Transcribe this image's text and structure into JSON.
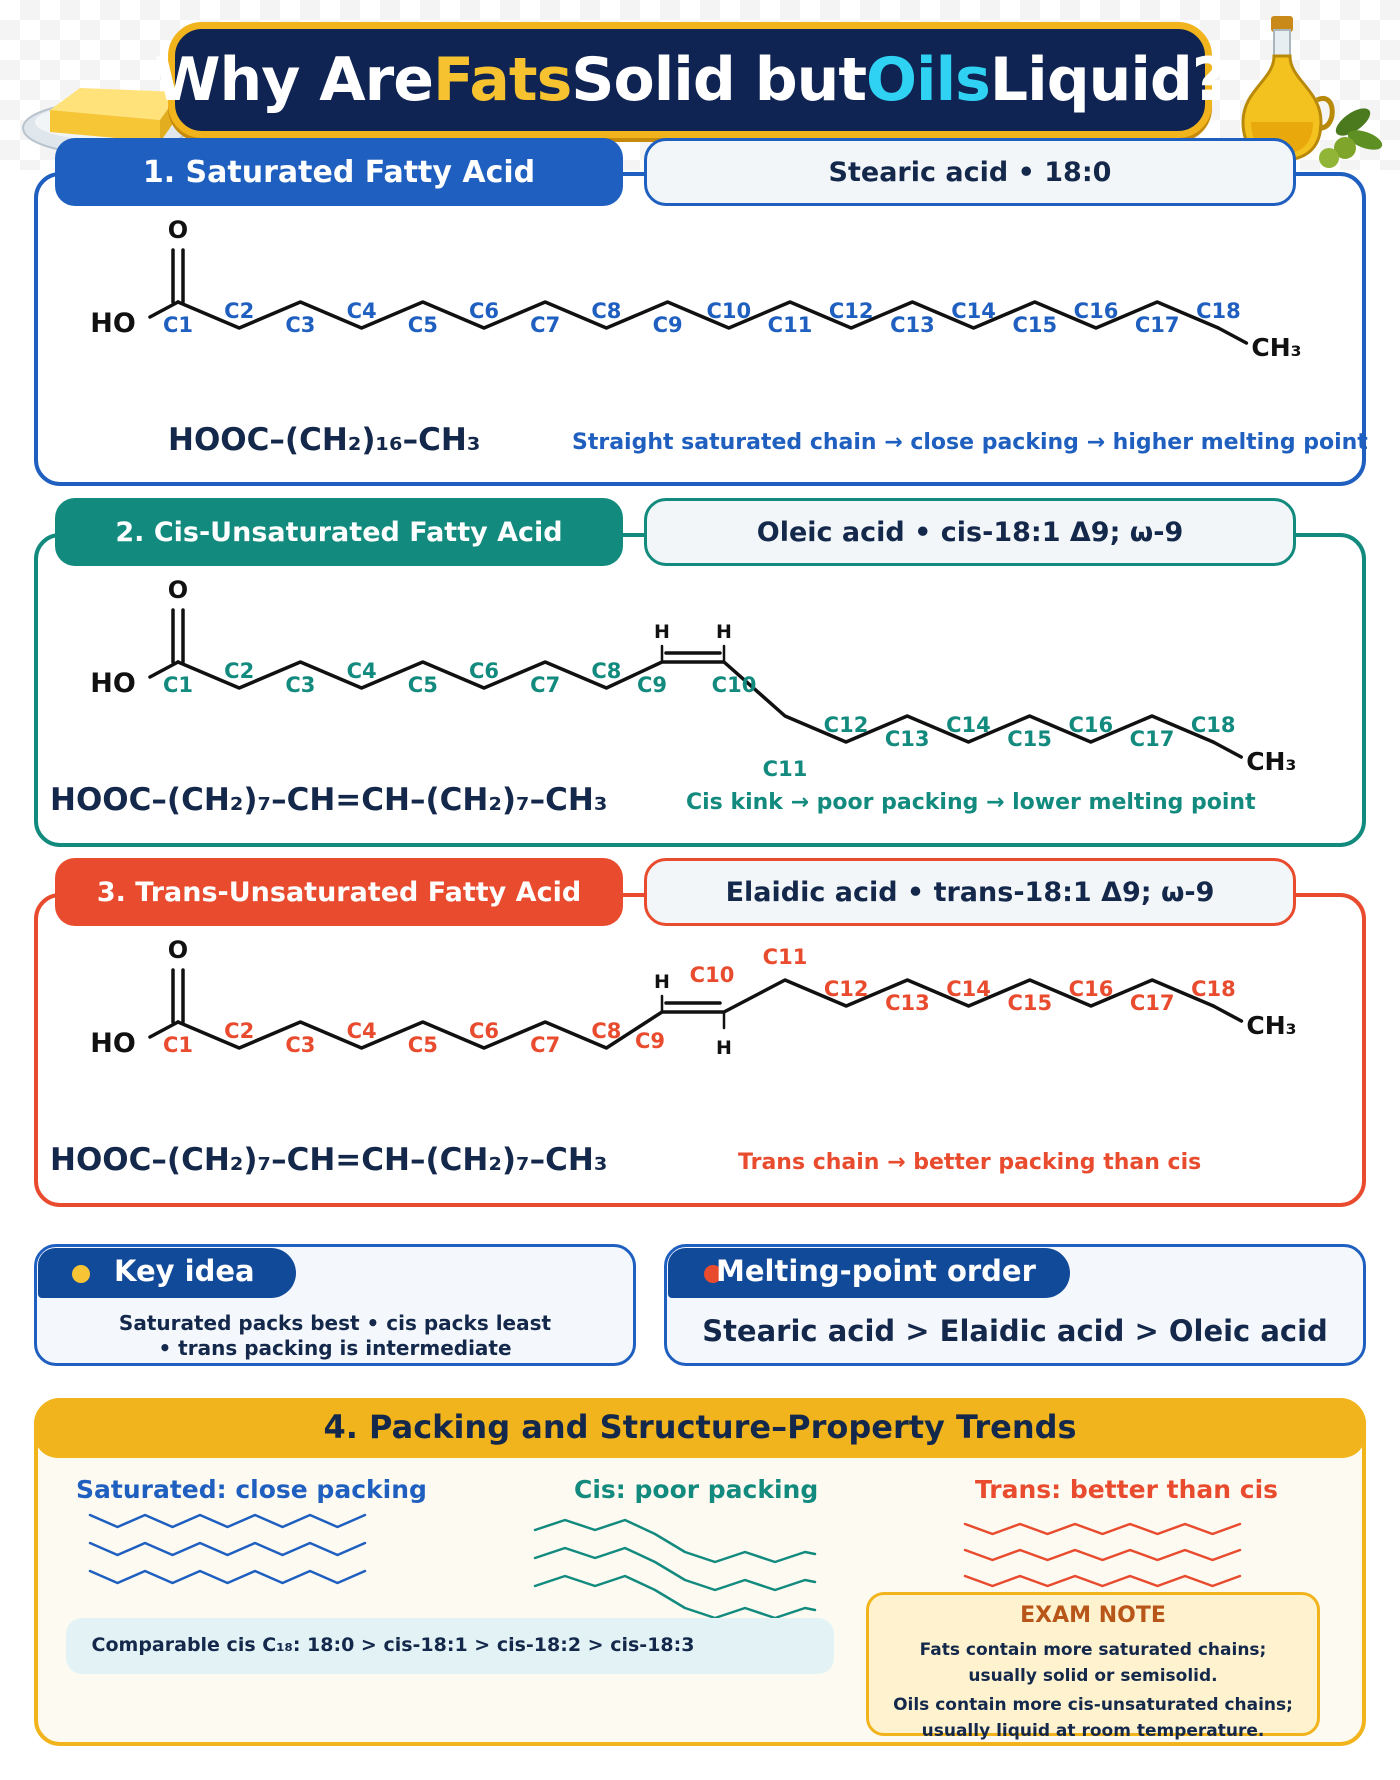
{
  "header": {
    "title_part1": "Why Are ",
    "title_fats": "Fats",
    "title_part2": " Solid but ",
    "title_oils": "Oils",
    "title_part3": " Liquid?"
  },
  "colors": {
    "saturated": "#1e5fbf",
    "cis": "#128a7e",
    "trans": "#e94b2e",
    "gold": "#f1b41c",
    "navy": "#14284b"
  },
  "sections": [
    {
      "tab": "1. Saturated Fatty Acid",
      "name": "Stearic acid • 18:0",
      "formula": "HOOC–(CH₂)₁₆–CH₃",
      "caption": "Straight saturated chain → close packing → higher melting point"
    },
    {
      "tab": "2. Cis-Unsaturated Fatty Acid",
      "name": "Oleic acid • cis-18:1 Δ9; ω-9",
      "formula": "HOOC–(CH₂)₇–CH=CH–(CH₂)₇–CH₃",
      "caption": "Cis kink → poor packing → lower melting point"
    },
    {
      "tab": "3. Trans-Unsaturated Fatty Acid",
      "name": "Elaidic acid • trans-18:1 Δ9; ω-9",
      "formula": "HOOC–(CH₂)₇–CH=CH–(CH₂)₇–CH₃",
      "caption": "Trans chain → better packing than cis"
    }
  ],
  "structure_labels": {
    "oxygen": "O",
    "hydroxyl": "HO",
    "methyl": "CH₃",
    "hydrogen": "H",
    "carbons": [
      "C1",
      "C2",
      "C3",
      "C4",
      "C5",
      "C6",
      "C7",
      "C8",
      "C9",
      "C10",
      "C11",
      "C12",
      "C13",
      "C14",
      "C15",
      "C16",
      "C17",
      "C18"
    ]
  },
  "key_idea": {
    "title": "Key idea",
    "line1": "Saturated packs best • cis packs least",
    "line2": "• trans packing is intermediate"
  },
  "melting": {
    "title": "Melting-point order",
    "order": "Stearic acid > Elaidic acid > Oleic acid"
  },
  "trends": {
    "title": "4. Packing and Structure–Property Trends",
    "saturated_label": "Saturated: close packing",
    "cis_label": "Cis: poor packing",
    "trans_label": "Trans: better than cis",
    "comparison": "Comparable cis C₁₈: 18:0 > cis-18:1 > cis-18:2 > cis-18:3",
    "exam_title": "EXAM NOTE",
    "exam_line1": "Fats contain more saturated chains;",
    "exam_line2": "usually solid or semisolid.",
    "exam_line3": "Oils contain more cis-unsaturated chains;",
    "exam_line4": "usually liquid at room temperature."
  }
}
